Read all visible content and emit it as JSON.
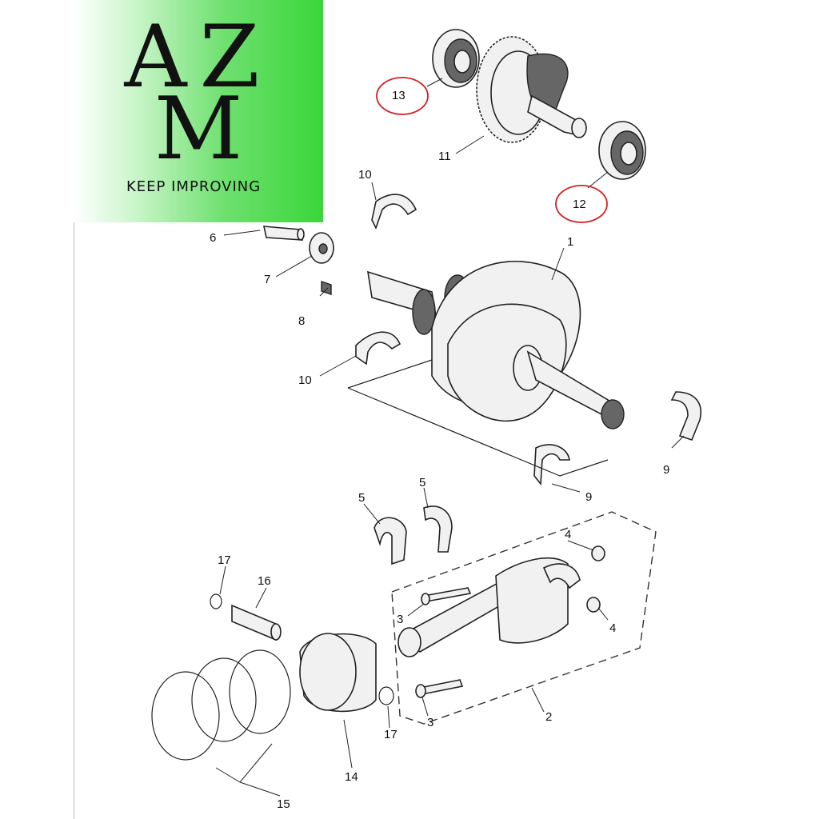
{
  "logo": {
    "line1": "AZ",
    "line2": "M",
    "tagline": "KEEP IMPROVING"
  },
  "labels": [
    {
      "id": "l13",
      "text": "13"
    },
    {
      "id": "l11",
      "text": "11"
    },
    {
      "id": "l12",
      "text": "12"
    },
    {
      "id": "l10a",
      "text": "10"
    },
    {
      "id": "l6",
      "text": "6"
    },
    {
      "id": "l1",
      "text": "1"
    },
    {
      "id": "l7",
      "text": "7"
    },
    {
      "id": "l8",
      "text": "8"
    },
    {
      "id": "l10b",
      "text": "10"
    },
    {
      "id": "l9a",
      "text": "9"
    },
    {
      "id": "l9b",
      "text": "9"
    },
    {
      "id": "l5a",
      "text": "5"
    },
    {
      "id": "l5b",
      "text": "5"
    },
    {
      "id": "l4a",
      "text": "4"
    },
    {
      "id": "l17a",
      "text": "17"
    },
    {
      "id": "l16",
      "text": "16"
    },
    {
      "id": "l3a",
      "text": "3"
    },
    {
      "id": "l4b",
      "text": "4"
    },
    {
      "id": "l3b",
      "text": "3"
    },
    {
      "id": "l17b",
      "text": "17"
    },
    {
      "id": "l2",
      "text": "2"
    },
    {
      "id": "l14",
      "text": "14"
    },
    {
      "id": "l15",
      "text": "15"
    }
  ],
  "highlight_color": "#d32020"
}
